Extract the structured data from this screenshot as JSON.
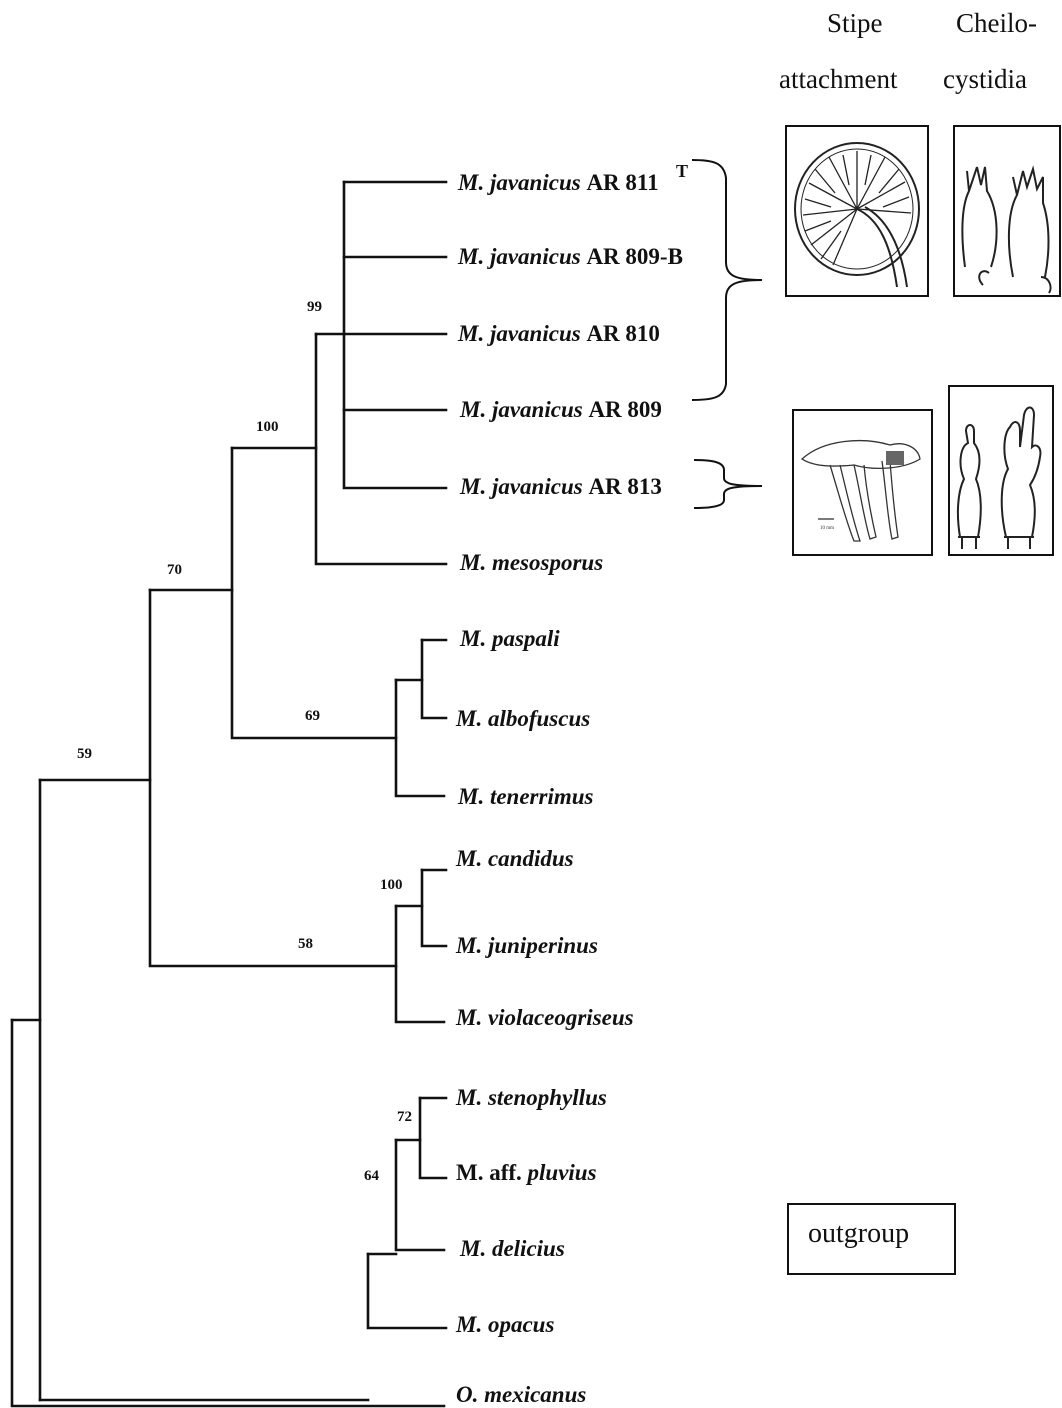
{
  "columns": {
    "stipe": {
      "line1": "Stipe",
      "line2": "attachment"
    },
    "cheilo": {
      "line1": "Cheilo-",
      "line2": "cystidia"
    }
  },
  "tree": {
    "taxa": {
      "jav811": {
        "genus": "M. javanicus",
        "code": "AR 811",
        "mark": "T"
      },
      "jav809b": {
        "genus": "M. javanicus",
        "code": "AR 809-B"
      },
      "jav810": {
        "genus": "M. javanicus",
        "code": "AR 810"
      },
      "jav809": {
        "genus": "M. javanicus",
        "code": "AR 809"
      },
      "jav813": {
        "genus": "M. javanicus",
        "code": "AR 813"
      },
      "mesosporus": {
        "genus": "M. mesosporus"
      },
      "paspali": {
        "genus": "M. paspali"
      },
      "albofuscus": {
        "genus": "M. albofuscus"
      },
      "tenerrimus": {
        "genus": "M. tenerrimus"
      },
      "candidus": {
        "genus": "M. candidus"
      },
      "juniperinus": {
        "genus": "M. juniperinus"
      },
      "violaceogriseus": {
        "genus": "M. violaceogriseus"
      },
      "stenophyllus": {
        "genus": "M. stenophyllus"
      },
      "pluvius": {
        "prefix": "M. aff. ",
        "genus": "pluvius"
      },
      "delicius": {
        "genus": "M. delicius"
      },
      "opacus": {
        "genus": "M. opacus"
      },
      "mexicanus": {
        "genus": "O. mexicanus"
      }
    },
    "bootstrap": {
      "javanicus_clade": "99",
      "mesosporus_clade": "100",
      "ingroup_a": "70",
      "paspali_group": "69",
      "ingroup": "59",
      "candidus_pair": "100",
      "candidus_group": "58",
      "stenophyllus_pair": "72",
      "delicius_group": "64"
    }
  },
  "outgroup_label": "outgroup"
}
